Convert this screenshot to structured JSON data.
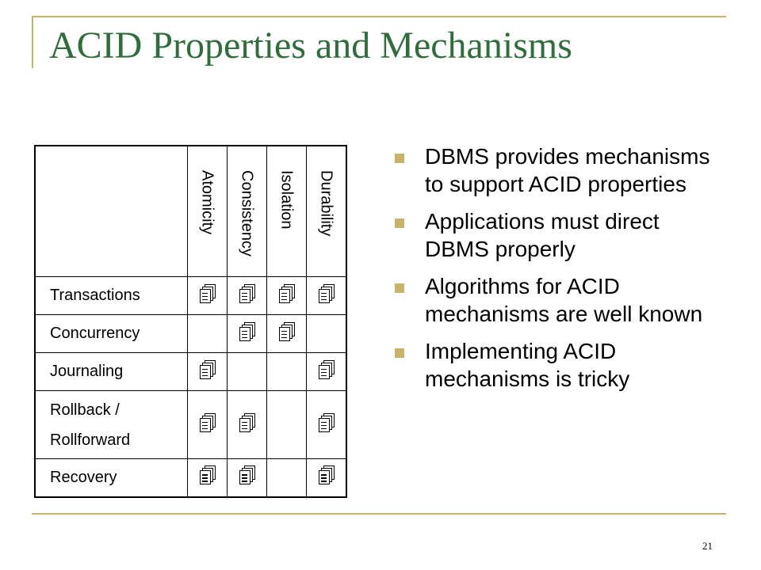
{
  "slide": {
    "title": "ACID Properties and Mechanisms",
    "page_number": "21",
    "colors": {
      "title": "#2f6e3b",
      "accent": "#c8b36b"
    }
  },
  "table": {
    "columns": [
      "Atomicity",
      "Consistency",
      "Isolation",
      "Durability"
    ],
    "rows": [
      {
        "label": "Transactions",
        "marks": [
          true,
          true,
          true,
          true
        ]
      },
      {
        "label": "Concurrency",
        "marks": [
          false,
          true,
          true,
          false
        ]
      },
      {
        "label": "Journaling",
        "marks": [
          true,
          false,
          false,
          true
        ]
      },
      {
        "label_lines": [
          "Rollback /",
          "Rollforward"
        ],
        "marks": [
          true,
          true,
          false,
          true
        ]
      },
      {
        "label": "Recovery",
        "marks": [
          true,
          true,
          false,
          true
        ]
      }
    ],
    "mark_icon": "checked-documents-icon"
  },
  "bullets": [
    "DBMS provides mechanisms to support ACID properties",
    "Applications must direct DBMS properly",
    "Algorithms for ACID mechanisms are well known",
    "Implementing ACID mechanisms is tricky"
  ]
}
